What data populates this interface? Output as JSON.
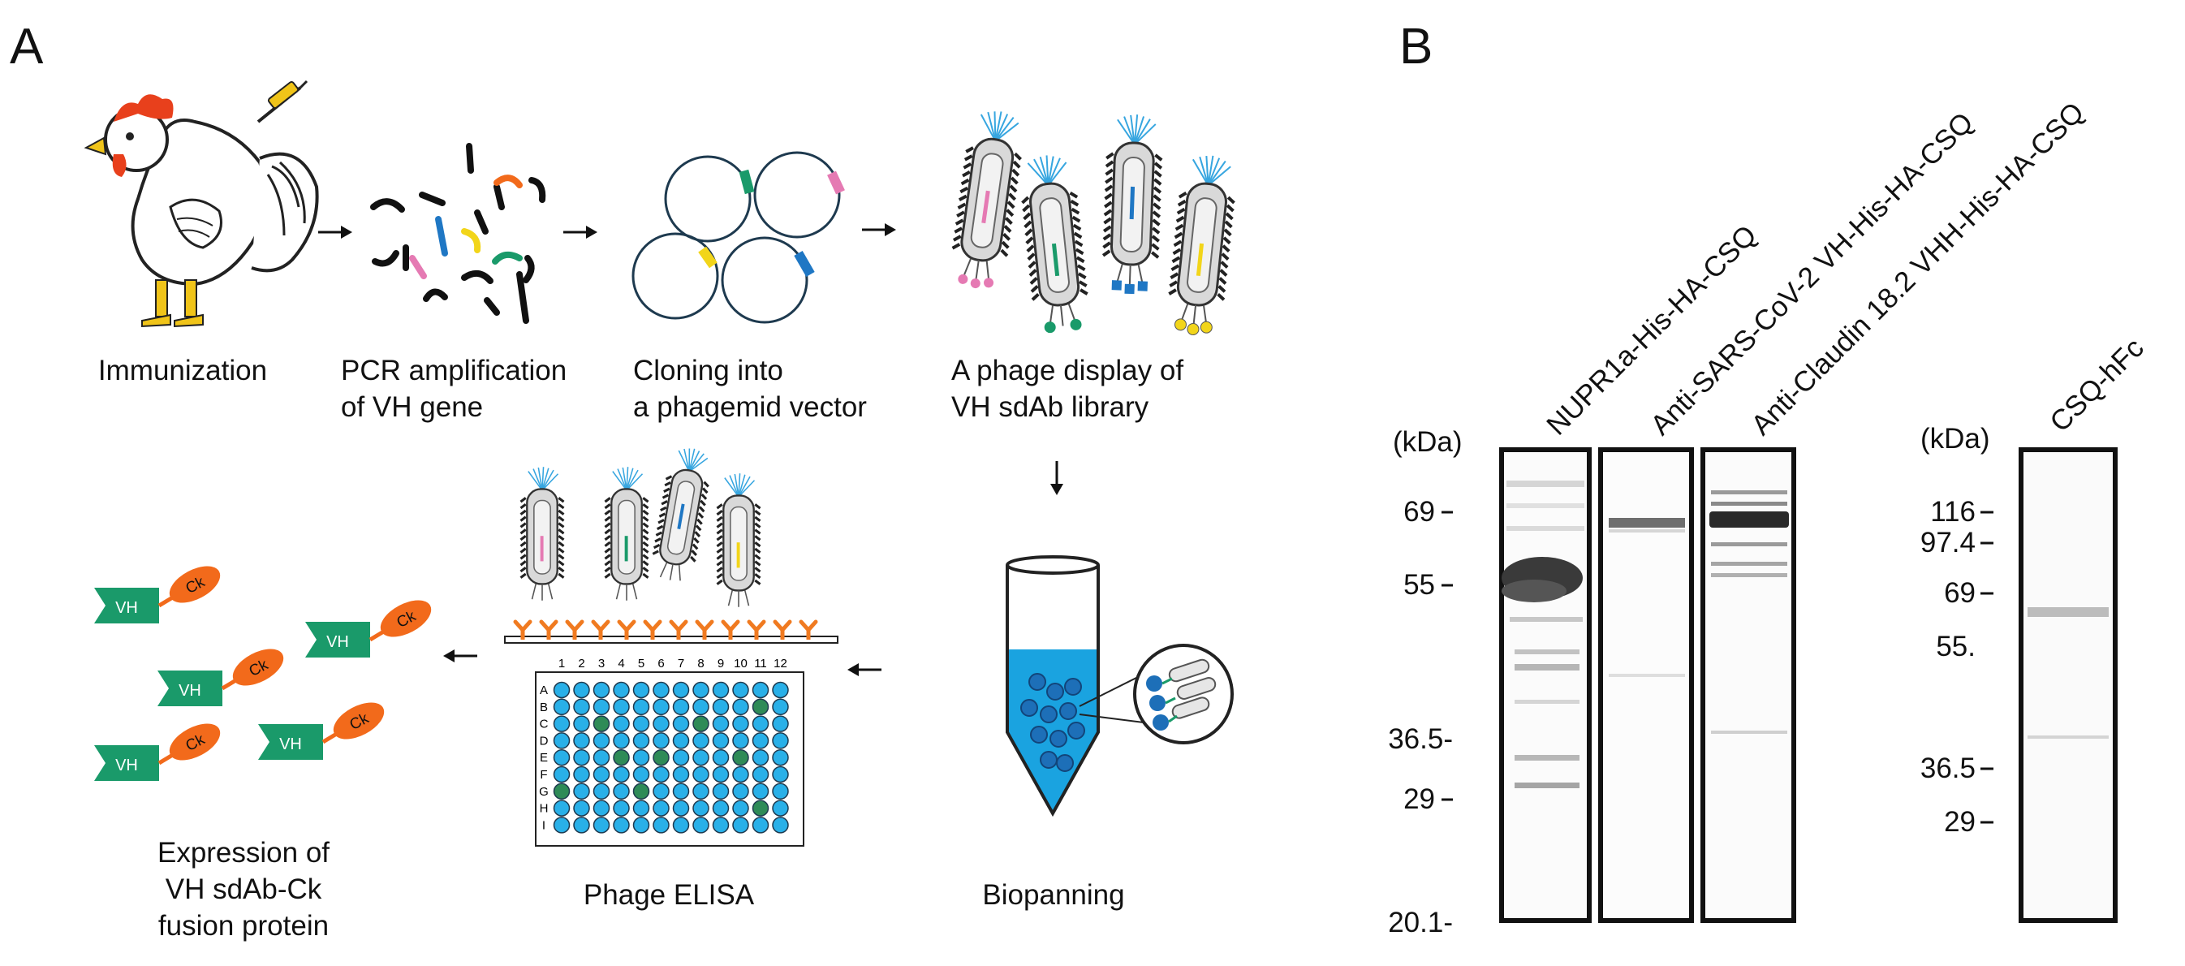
{
  "panel_a": {
    "letter": "A",
    "steps": {
      "immunization": "Immunization",
      "pcr_line1": "PCR amplification",
      "pcr_line2": "of VH gene",
      "cloning_line1": "Cloning into",
      "cloning_line2": "a phagemid vector",
      "display_line1": "A phage display of",
      "display_line2": "VH sdAb library",
      "biopanning": "Biopanning",
      "elisa": "Phage ELISA",
      "expression_line1": "Expression of",
      "expression_line2": "VH sdAb-Ck",
      "expression_line3": "fusion protein"
    },
    "protein_labels": {
      "vh": "VH",
      "ck": "Ck"
    },
    "plate": {
      "columns": [
        "1",
        "2",
        "3",
        "4",
        "5",
        "6",
        "7",
        "8",
        "9",
        "10",
        "11",
        "12"
      ],
      "rows": [
        "A",
        "B",
        "C",
        "D",
        "E",
        "F",
        "G",
        "H",
        "I"
      ]
    },
    "colors": {
      "vh_green": "#1a9a6a",
      "ck_orange": "#f26a1b",
      "tube_blue": "#1aa3e0",
      "bead_blue": "#1d6fb8",
      "well_blue": "#29b0e8",
      "well_hit_green": "#2e8b57",
      "antigen_orange": "#f07a20",
      "insert_pink": "#e57ab3",
      "insert_blue": "#1f77c4",
      "insert_yellow": "#f2d51a",
      "insert_green": "#1a9a6a",
      "insert_orange": "#f26a1b"
    }
  },
  "panel_b": {
    "letter": "B",
    "unit_label": "(kDa)",
    "gel1": {
      "markers": [
        "69",
        "55",
        "36.5-",
        "29",
        "20.1-"
      ],
      "lanes": [
        "NUPR1a-His-HA-CSQ",
        "Anti-SARS-CoV-2 VH-His-HA-CSQ",
        "Anti-Claudin 18.2 VHH-His-HA-CSQ"
      ]
    },
    "gel2": {
      "markers": [
        "116",
        "97.4",
        "69",
        "55.",
        "36.5",
        "29"
      ],
      "lanes": [
        "CSQ-hFc"
      ]
    }
  }
}
